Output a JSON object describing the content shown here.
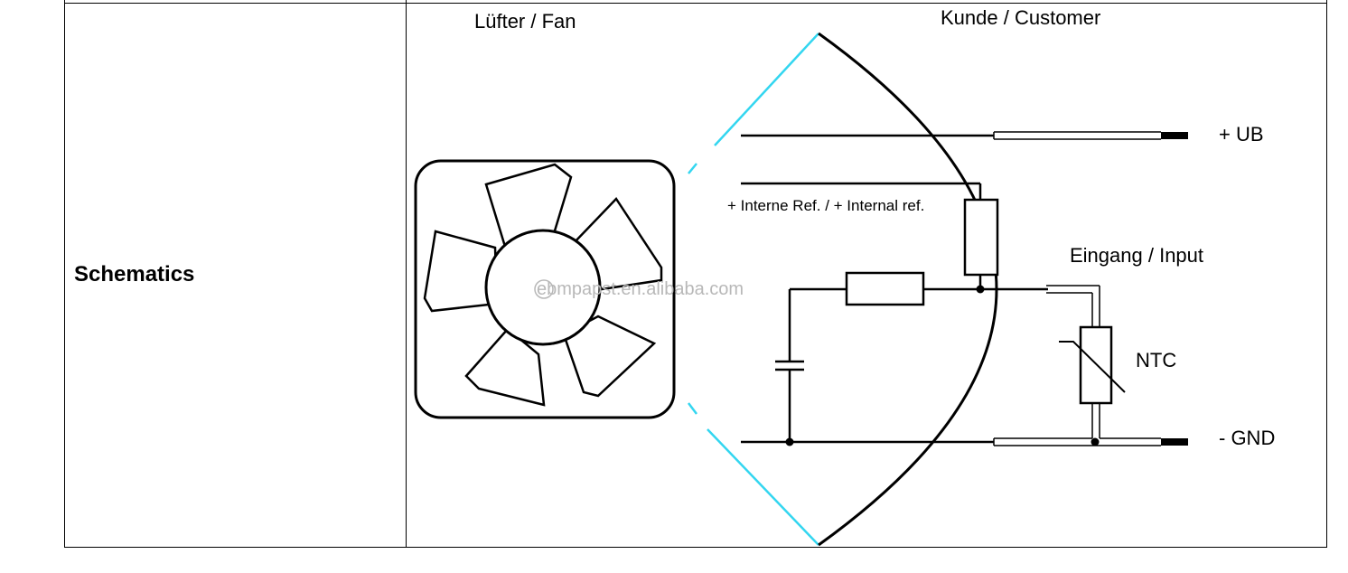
{
  "table": {
    "row_label": "Schematics"
  },
  "schematic": {
    "fan_label": "Lüfter / Fan",
    "customer_label": "Kunde / Customer",
    "ub_label": "+ UB",
    "internal_ref_label": "+ Interne Ref. / + Internal ref.",
    "input_label": "Eingang / Input",
    "ntc_label": "NTC",
    "gnd_label": "- GND",
    "watermark": "ebmpapst.en.alibaba.com",
    "colors": {
      "line": "#000000",
      "magnifier": "#33d6f0",
      "watermark": "#b8b8b8"
    }
  }
}
